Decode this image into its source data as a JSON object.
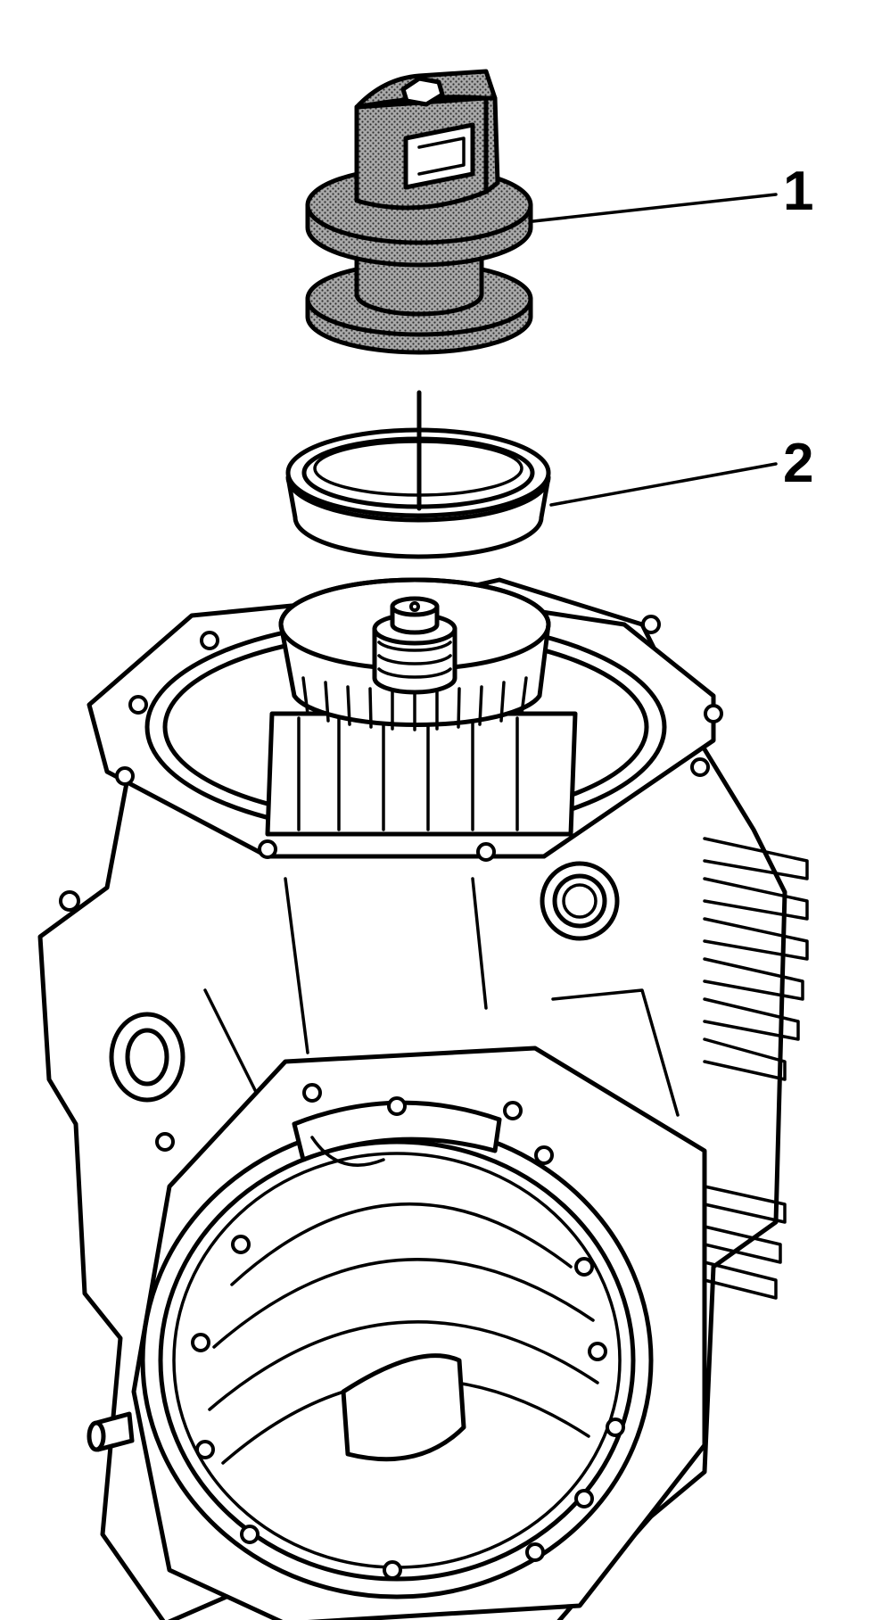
{
  "callouts": [
    {
      "id": "1",
      "label": "1"
    },
    {
      "id": "2",
      "label": "2"
    }
  ],
  "colors": {
    "line": "#000000",
    "background": "#ffffff",
    "tool_fill": "#8a8a8a"
  }
}
